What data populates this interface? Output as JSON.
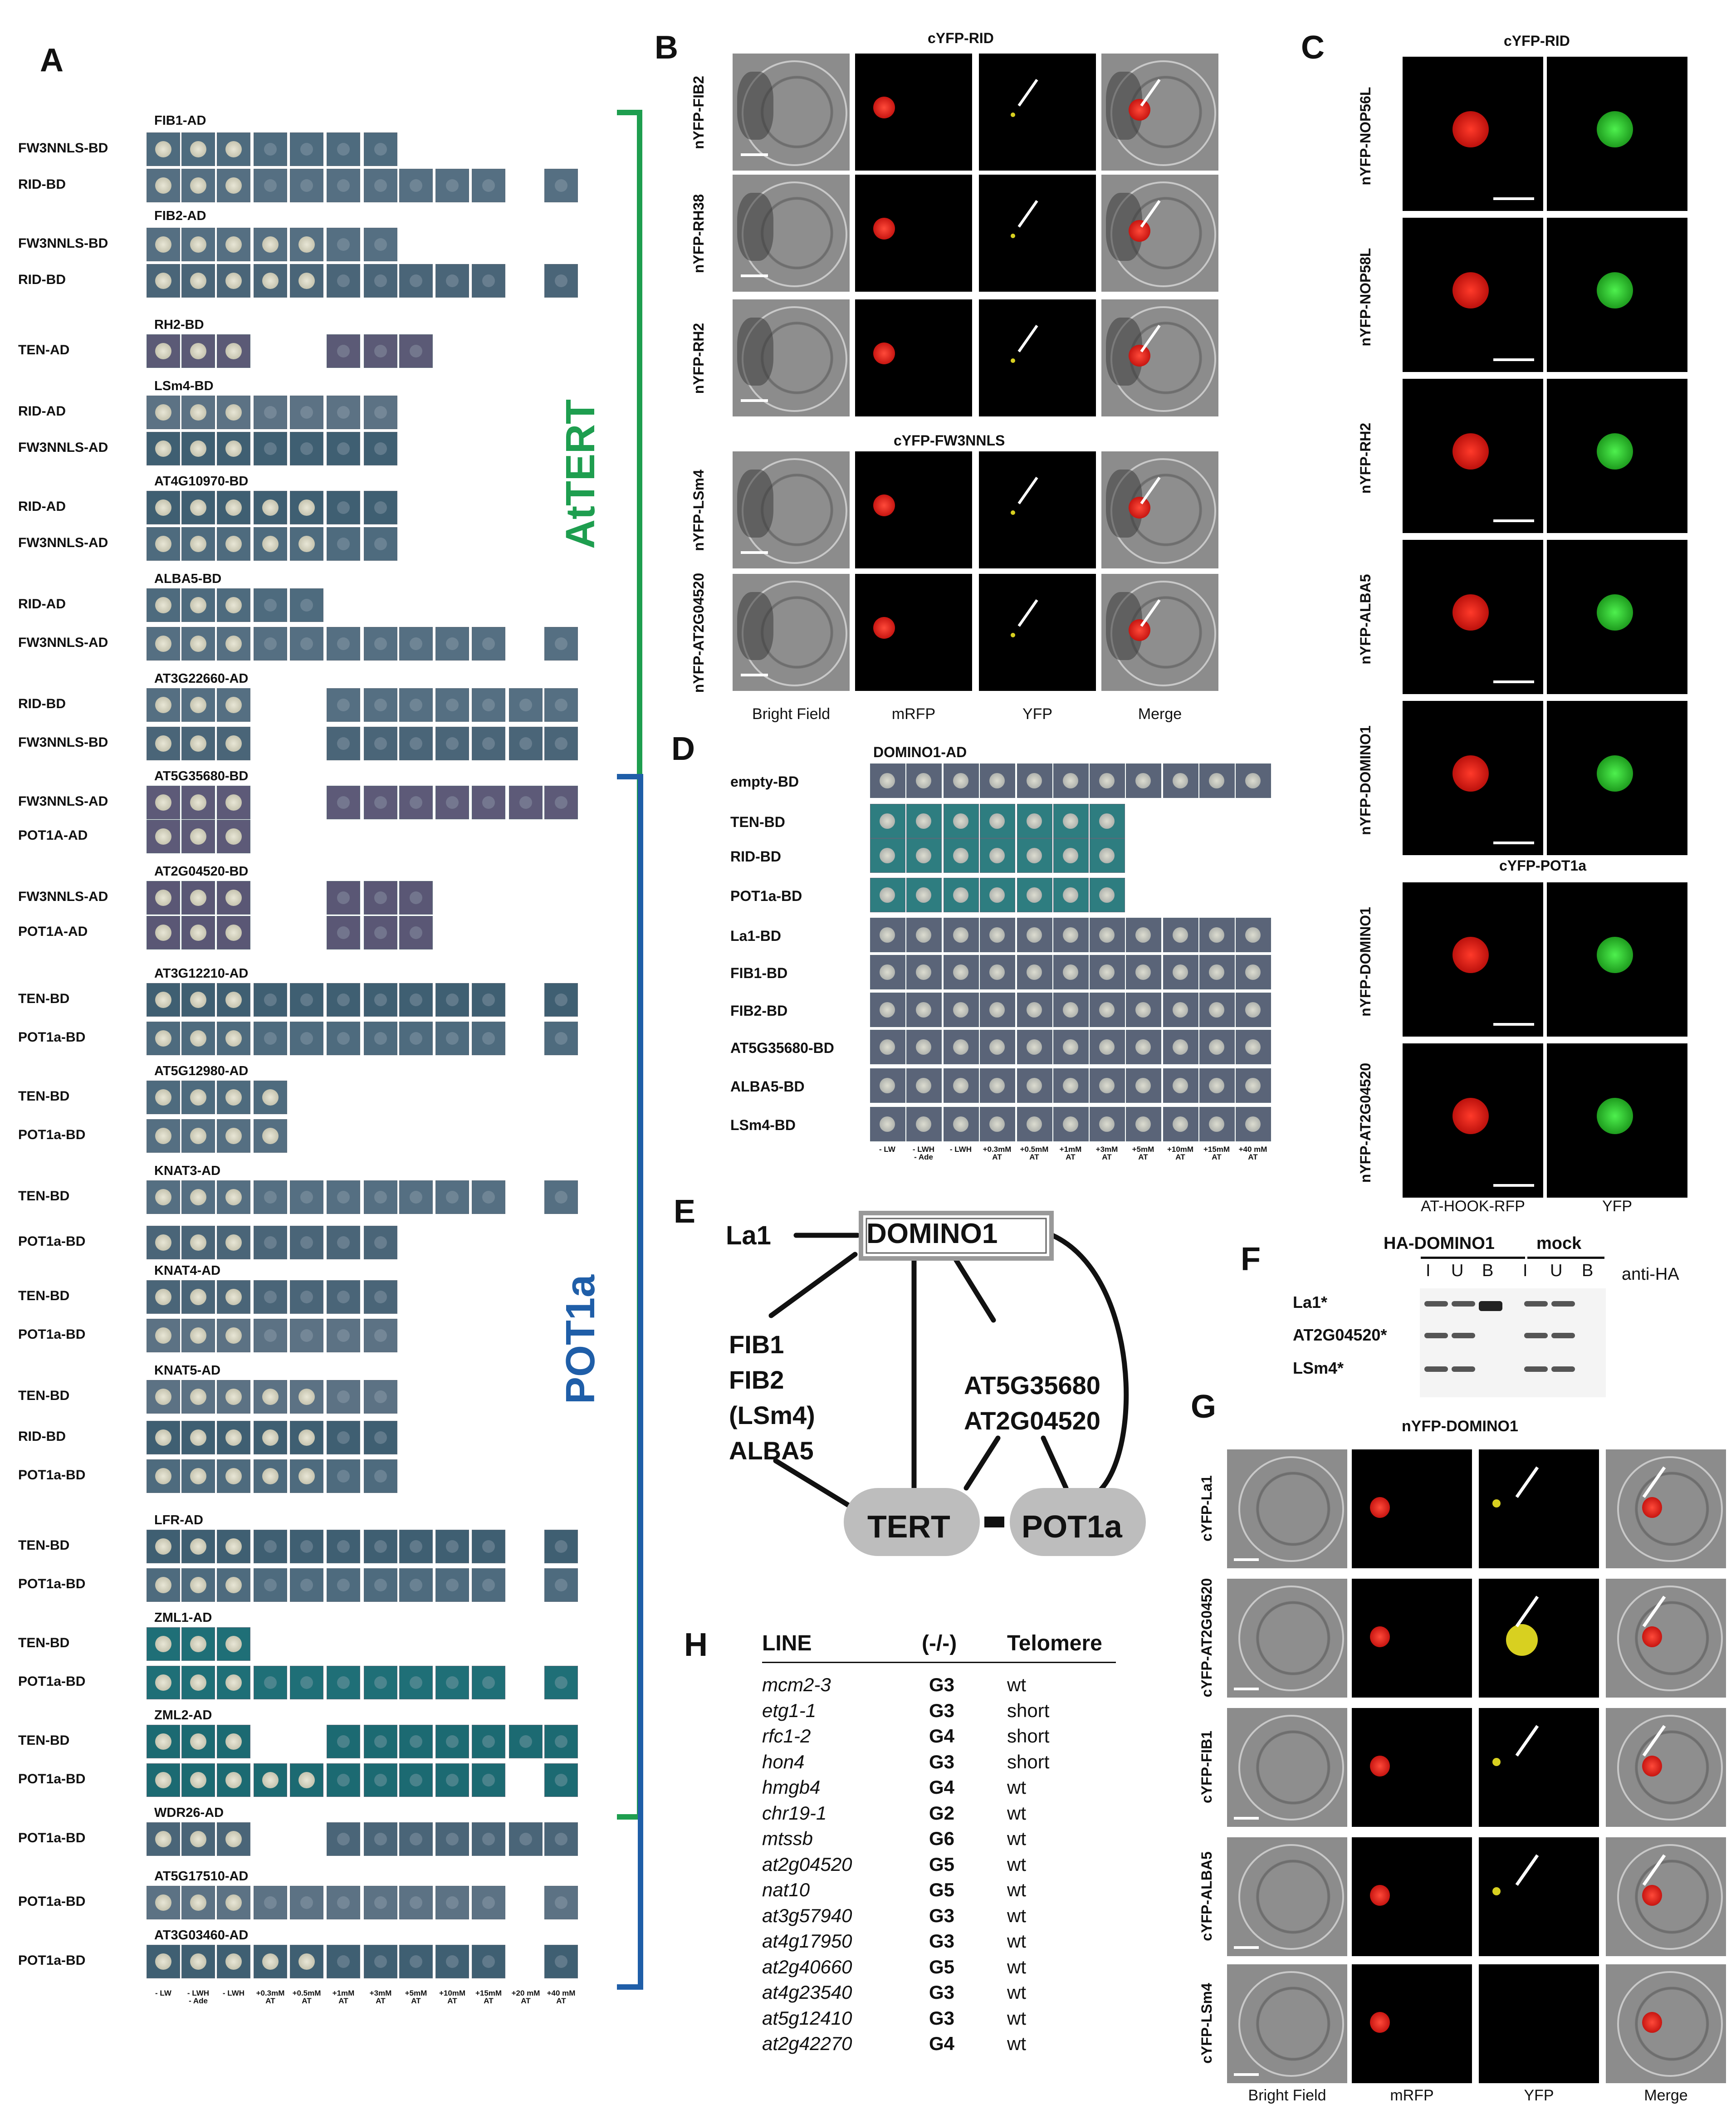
{
  "panels": {
    "A": "A",
    "B": "B",
    "C": "C",
    "D": "D",
    "E": "E",
    "F": "F",
    "G": "G",
    "H": "H"
  },
  "panelA": {
    "blocks": [
      {
        "title": "FIB1-AD",
        "rows": [
          "FW3NNLS-BD",
          "RID-BD"
        ]
      },
      {
        "title": "FIB2-AD",
        "rows": [
          "FW3NNLS-BD",
          "RID-BD"
        ]
      },
      {
        "title": "RH2-BD",
        "rows": [
          "TEN-AD"
        ]
      },
      {
        "title": "LSm4-BD",
        "rows": [
          "RID-AD",
          "FW3NNLS-AD"
        ]
      },
      {
        "title": "AT4G10970-BD",
        "rows": [
          "RID-AD",
          "FW3NNLS-AD"
        ]
      },
      {
        "title": "ALBA5-BD",
        "rows": [
          "RID-AD",
          "FW3NNLS-AD"
        ]
      },
      {
        "title": "AT3G22660-AD",
        "rows": [
          "RID-BD",
          "FW3NNLS-BD"
        ]
      },
      {
        "title": "AT5G35680-BD",
        "rows": [
          "FW3NNLS-AD",
          "POT1A-AD"
        ]
      },
      {
        "title": "AT2G04520-BD",
        "rows": [
          "FW3NNLS-AD",
          "POT1A-AD"
        ]
      },
      {
        "title": "AT3G12210-AD",
        "rows": [
          "TEN-BD",
          "POT1a-BD"
        ]
      },
      {
        "title": "AT5G12980-AD",
        "rows": [
          "TEN-BD",
          "POT1a-BD"
        ]
      },
      {
        "title": "KNAT3-AD",
        "rows": [
          "TEN-BD",
          "POT1a-BD"
        ]
      },
      {
        "title": "KNAT4-AD",
        "rows": [
          "TEN-BD",
          "POT1a-BD"
        ]
      },
      {
        "title": "KNAT5-AD",
        "rows": [
          "TEN-BD",
          "RID-BD",
          "POT1a-BD"
        ]
      },
      {
        "title": "LFR-AD",
        "rows": [
          "TEN-BD",
          "POT1a-BD"
        ]
      },
      {
        "title": "ZML1-AD",
        "rows": [
          "TEN-BD",
          "POT1a-BD"
        ]
      },
      {
        "title": "ZML2-AD",
        "rows": [
          "TEN-BD",
          "POT1a-BD"
        ]
      },
      {
        "title": "WDR26-AD",
        "rows": [
          "POT1a-BD"
        ]
      },
      {
        "title": "AT5G17510-AD",
        "rows": [
          "POT1a-BD"
        ]
      },
      {
        "title": "AT3G03460-AD",
        "rows": [
          "POT1a-BD"
        ]
      }
    ],
    "axis": [
      "- LW",
      "- LWH\n- Ade",
      "- LWH",
      "+0.3mM\nAT",
      "+0.5mM\nAT",
      "+1mM\nAT",
      "+3mM\nAT",
      "+5mM\nAT",
      "+10mM\nAT",
      "+15mM\nAT",
      "+20 mM\nAT",
      "+40 mM\nAT"
    ],
    "bracket_attert": "AtTERT",
    "bracket_pot1a": "POT1a"
  },
  "panelB": {
    "group1_title": "cYFP-RID",
    "group1_rows": [
      "nYFP-FIB2",
      "nYFP-RH38",
      "nYFP-RH2"
    ],
    "group2_title": "cYFP-FW3NNLS",
    "group2_rows": [
      "nYFP-LSm4",
      "nYFP-AT2G04520"
    ],
    "columns": [
      "Bright Field",
      "mRFP",
      "YFP",
      "Merge"
    ]
  },
  "panelC": {
    "group1_title": "cYFP-RID",
    "group1_rows": [
      "nYFP-NOP56L",
      "nYFP-NOP58L",
      "nYFP-RH2",
      "nYFP-ALBA5",
      "nYFP-DOMINO1"
    ],
    "group2_title": "cYFP-POT1a",
    "group2_rows": [
      "nYFP-DOMINO1",
      "nYFP-AT2G04520"
    ],
    "columns": [
      "AT-HOOK-RFP",
      "YFP"
    ]
  },
  "panelD": {
    "title": "DOMINO1-AD",
    "rows": [
      "empty-BD",
      "TEN-BD",
      "RID-BD",
      "POT1a-BD",
      "La1-BD",
      "FIB1-BD",
      "FIB2-BD",
      "AT5G35680-BD",
      "ALBA5-BD",
      "LSm4-BD"
    ],
    "axis": [
      "- LW",
      "- LWH\n- Ade",
      "- LWH",
      "+0.3mM\nAT",
      "+0.5mM\nAT",
      "+1mM\nAT",
      "+3mM\nAT",
      "+5mM\nAT",
      "+10mM\nAT",
      "+15mM\nAT",
      "+40 mM\nAT"
    ]
  },
  "panelE": {
    "center": "DOMINO1",
    "la1": "La1",
    "left_group": [
      "FIB1",
      "FIB2",
      "(LSm4)",
      "ALBA5"
    ],
    "right_group": [
      "AT5G35680",
      "AT2G04520"
    ],
    "tert": "TERT",
    "pot1a": "POT1a"
  },
  "panelF": {
    "group1": "HA-DOMINO1",
    "group2": "mock",
    "lanes": [
      "I",
      "U",
      "B",
      "I",
      "U",
      "B"
    ],
    "antibody": "anti-HA",
    "rows": [
      "La1*",
      "AT2G04520*",
      "LSm4*"
    ]
  },
  "panelG": {
    "title": "nYFP-DOMINO1",
    "rows": [
      "cYFP-La1",
      "cYFP-AT2G04520",
      "cYFP-FIB1",
      "cYFP-ALBA5",
      "cYFP-LSm4"
    ],
    "columns": [
      "Bright Field",
      "mRFP",
      "YFP",
      "Merge"
    ]
  },
  "panelH": {
    "headers": [
      "LINE",
      "(-/-)",
      "Telomere"
    ],
    "rows": [
      [
        "mcm2-3",
        "G3",
        "wt"
      ],
      [
        "etg1-1",
        "G3",
        "short"
      ],
      [
        "rfc1-2",
        "G4",
        "short"
      ],
      [
        "hon4",
        "G3",
        "short"
      ],
      [
        "hmgb4",
        "G4",
        "wt"
      ],
      [
        "chr19-1",
        "G2",
        "wt"
      ],
      [
        "mtssb",
        "G6",
        "wt"
      ],
      [
        "at2g04520",
        "G5",
        "wt"
      ],
      [
        "nat10",
        "G5",
        "wt"
      ],
      [
        "at3g57940",
        "G3",
        "wt"
      ],
      [
        "at4g17950",
        "G3",
        "wt"
      ],
      [
        "at2g40660",
        "G5",
        "wt"
      ],
      [
        "at4g23540",
        "G3",
        "wt"
      ],
      [
        "at5g12410",
        "G3",
        "wt"
      ],
      [
        "at2g42270",
        "G4",
        "wt"
      ]
    ]
  },
  "colors": {
    "attert_bracket": "#1e9e4f",
    "pot1a_bracket": "#1f5ea8",
    "node_fill": "#bdbdbd",
    "rfp": "#e01010",
    "yfp_green": "#22c422",
    "yfp_yellow": "#d8d020"
  }
}
